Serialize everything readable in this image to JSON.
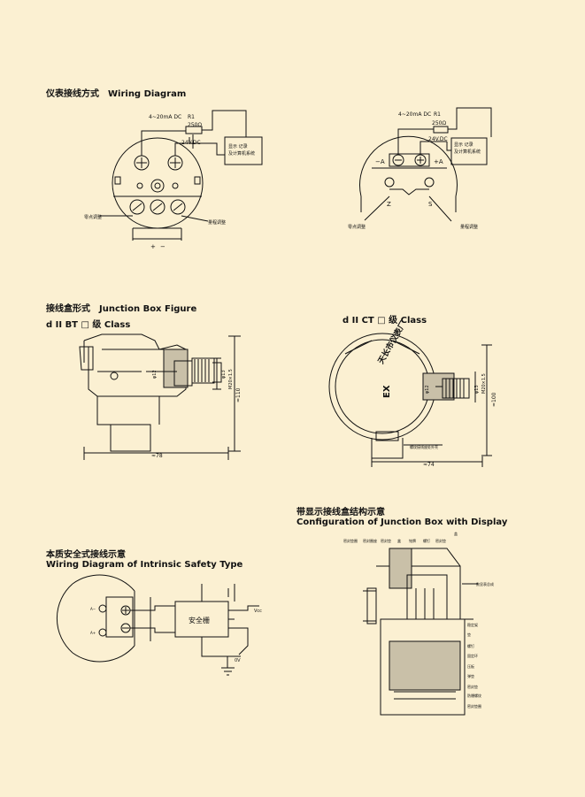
{
  "section_wiring": {
    "zh": "仪表接线方式",
    "en": "Wiring Diagram"
  },
  "section_junction": {
    "zh": "接线盒形式",
    "en": "Junction Box Figure"
  },
  "class_bt": "d II BT □ 级 Class",
  "class_ct": "d II CT □ 级   Class",
  "section_display": {
    "zh": "带显示接线盒结构示意",
    "en": "Configuration of Junction Box with Display"
  },
  "section_intrinsic": {
    "zh": "本质安全式接线示意",
    "en": "Wiring Diagram of Intrinsic Safety Type"
  },
  "wiring": {
    "current": "4~20mA DC",
    "r1": "R1",
    "res": "250Ω",
    "voltage": "24V.DC",
    "display_box": [
      "显示 记录",
      "及计算机系统"
    ],
    "zero_adj": "零点调整",
    "range_adj": "量程调整",
    "plus": "+",
    "minus": "−",
    "term_neg": "−A",
    "term_pos": "+A",
    "z": "Z",
    "s": "S"
  },
  "dims": {
    "bt_width": "≈78",
    "bt_height": "≈110",
    "bt_m20": "M20×1.5",
    "bt_d13": "φ13",
    "bt_d12": "φ12",
    "ct_width": "≈74",
    "ct_height": "≈100",
    "ct_m20": "M20×1.5",
    "ct_d13": "φ13",
    "ct_d12": "φ12",
    "ct_nameplate": "天长市仪表厂",
    "ex": "EX",
    "ct_note": "螺纹接线座处外壳"
  },
  "display_labels": [
    "密封垫圈",
    "密封圈座",
    "密封垫",
    "盒",
    "铭牌",
    "螺钉",
    "密封垫",
    "盖"
  ],
  "display_side": [
    "稳定架",
    "垫",
    "螺钉",
    "固定环",
    "压板",
    "弹垫",
    "密封垫",
    "防爆螺纹",
    "密封垫圈"
  ],
  "display_right_top": "数显表总成",
  "intrinsic": {
    "safety_barrier": "安全栅",
    "vcc": "Vcc",
    "zero_v": "0V",
    "a_neg": "A−",
    "a_pos": "A+"
  }
}
